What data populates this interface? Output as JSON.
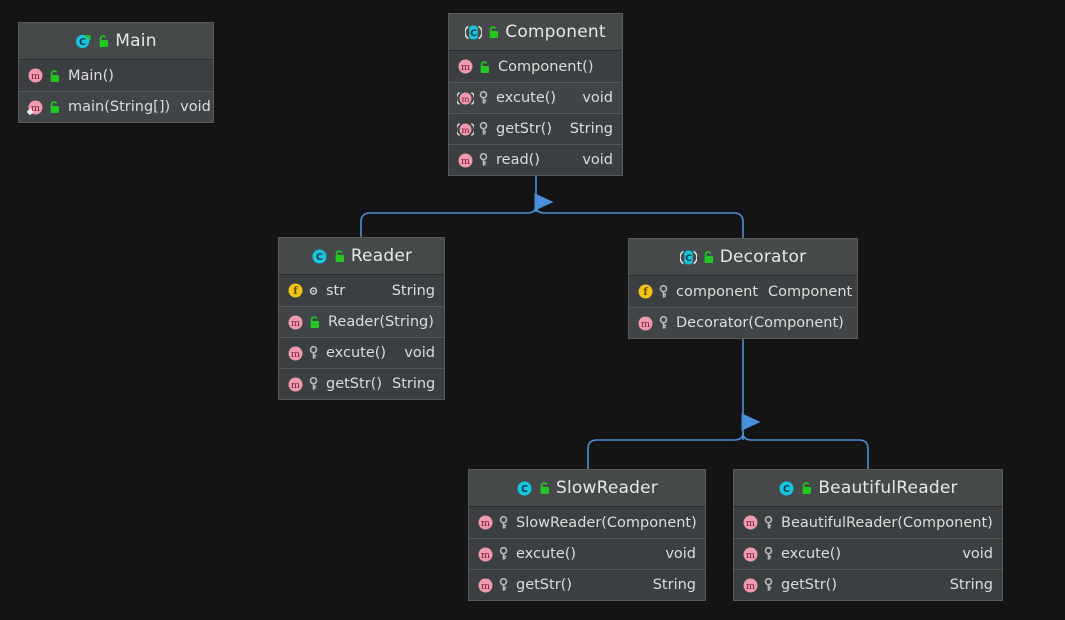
{
  "canvas": {
    "background": "#141414",
    "edge_color": "#4a90d9",
    "node_background": "#3c3f41",
    "node_header_background": "#45494a",
    "node_border": "#5a5a5a",
    "text_color": "#dcdcdc"
  },
  "diagram": {
    "type": "uml-class-diagram",
    "nodes": [
      {
        "id": "main",
        "name": "Main",
        "stereotype": "class",
        "icon": "class-runnable-icon",
        "visibility_icon": "unlocked-public-icon",
        "members": [
          {
            "icon": "method-icon",
            "visibility_icon": "unlocked-public-icon",
            "name": "Main()",
            "type": ""
          },
          {
            "icon": "method-static-icon",
            "visibility_icon": "unlocked-public-icon",
            "name": "main(String[])",
            "type": "void"
          }
        ]
      },
      {
        "id": "component",
        "name": "Component",
        "stereotype": "interface",
        "icon": "interface-icon",
        "visibility_icon": "unlocked-public-icon",
        "members": [
          {
            "icon": "method-icon",
            "visibility_icon": "unlocked-public-icon",
            "name": "Component()",
            "type": ""
          },
          {
            "icon": "method-abstract-icon",
            "visibility_icon": "key-icon",
            "name": "excute()",
            "type": "void"
          },
          {
            "icon": "method-abstract-icon",
            "visibility_icon": "key-icon",
            "name": "getStr()",
            "type": "String"
          },
          {
            "icon": "method-icon",
            "visibility_icon": "key-icon",
            "name": "read()",
            "type": "void"
          }
        ]
      },
      {
        "id": "reader",
        "name": "Reader",
        "stereotype": "class",
        "icon": "class-icon",
        "visibility_icon": "unlocked-public-icon",
        "members": [
          {
            "icon": "field-icon",
            "visibility_icon": "package-private-icon",
            "name": "str",
            "type": "String"
          },
          {
            "icon": "method-icon",
            "visibility_icon": "unlocked-public-icon",
            "name": "Reader(String)",
            "type": ""
          },
          {
            "icon": "method-icon",
            "visibility_icon": "key-icon",
            "name": "excute()",
            "type": "void"
          },
          {
            "icon": "method-icon",
            "visibility_icon": "key-icon",
            "name": "getStr()",
            "type": "String"
          }
        ]
      },
      {
        "id": "decorator",
        "name": "Decorator",
        "stereotype": "interface",
        "icon": "interface-icon",
        "visibility_icon": "unlocked-public-icon",
        "members": [
          {
            "icon": "field-icon",
            "visibility_icon": "key-icon",
            "name": "component",
            "type": "Component"
          },
          {
            "icon": "method-icon",
            "visibility_icon": "key-icon",
            "name": "Decorator(Component)",
            "type": ""
          }
        ]
      },
      {
        "id": "slowreader",
        "name": "SlowReader",
        "stereotype": "class",
        "icon": "class-icon",
        "visibility_icon": "unlocked-public-icon",
        "members": [
          {
            "icon": "method-icon",
            "visibility_icon": "key-icon",
            "name": "SlowReader(Component)",
            "type": ""
          },
          {
            "icon": "method-icon",
            "visibility_icon": "key-icon",
            "name": "excute()",
            "type": "void"
          },
          {
            "icon": "method-icon",
            "visibility_icon": "key-icon",
            "name": "getStr()",
            "type": "String"
          }
        ]
      },
      {
        "id": "beautifulreader",
        "name": "BeautifulReader",
        "stereotype": "class",
        "icon": "class-icon",
        "visibility_icon": "unlocked-public-icon",
        "members": [
          {
            "icon": "method-icon",
            "visibility_icon": "key-icon",
            "name": "BeautifulReader(Component)",
            "type": ""
          },
          {
            "icon": "method-icon",
            "visibility_icon": "key-icon",
            "name": "excute()",
            "type": "void"
          },
          {
            "icon": "method-icon",
            "visibility_icon": "key-icon",
            "name": "getStr()",
            "type": "String"
          }
        ]
      }
    ],
    "edges": [
      {
        "from": "reader",
        "to": "component",
        "kind": "generalization"
      },
      {
        "from": "decorator",
        "to": "component",
        "kind": "generalization"
      },
      {
        "from": "slowreader",
        "to": "decorator",
        "kind": "generalization"
      },
      {
        "from": "beautifulreader",
        "to": "decorator",
        "kind": "generalization"
      }
    ]
  }
}
